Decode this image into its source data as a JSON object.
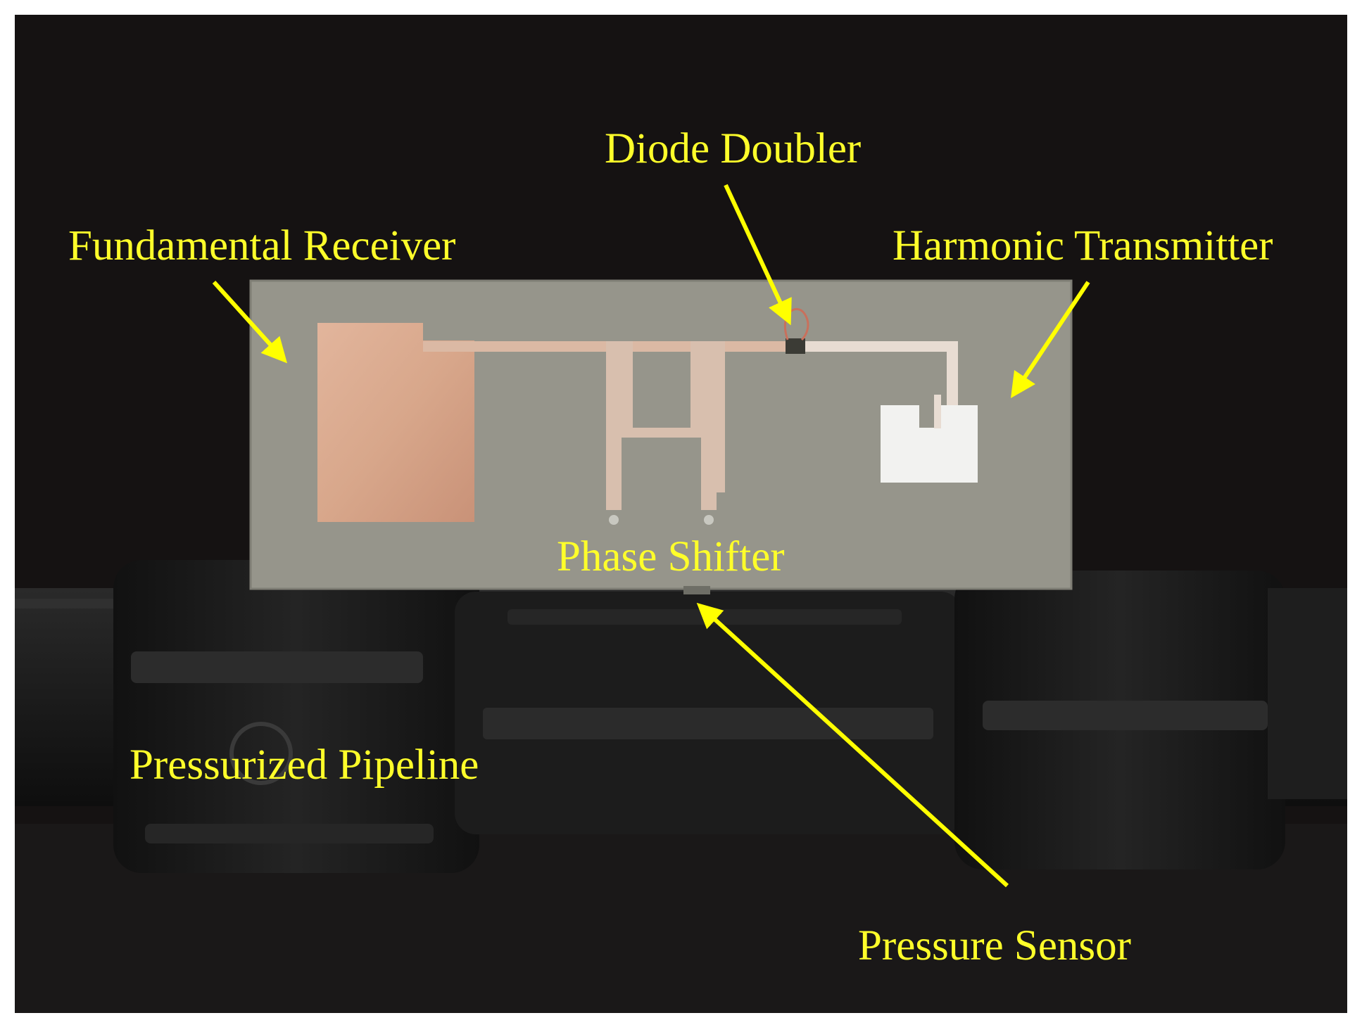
{
  "figure": {
    "labels": {
      "diode_doubler": "Diode Doubler",
      "fundamental_receiver": "Fundamental Receiver",
      "harmonic_transmitter": "Harmonic Transmitter",
      "phase_shifter": "Phase Shifter",
      "pressurized_pipeline": "Pressurized Pipeline",
      "pressure_sensor": "Pressure Sensor"
    },
    "colors": {
      "background": "#141111",
      "label_text": "#ffff2a",
      "arrow": "#ffff00",
      "pcb_substrate": "#96958b",
      "copper_trace": "#d9a98c",
      "pipe": "#1b1b1b"
    }
  }
}
